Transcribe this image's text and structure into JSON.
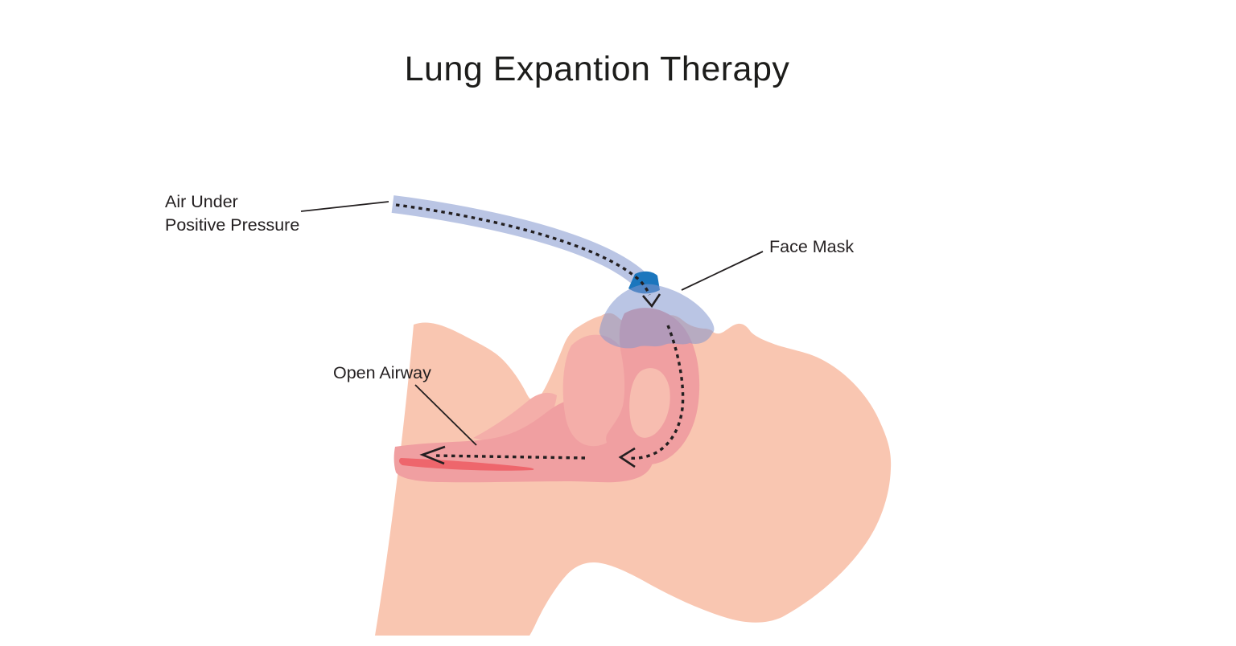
{
  "title": "Lung Expantion Therapy",
  "labels": {
    "air_pressure_line1": "Air Under",
    "air_pressure_line2": "Positive Pressure",
    "face_mask": "Face Mask",
    "open_airway": "Open Airway"
  },
  "colors": {
    "background": "#ffffff",
    "skin": "#f9c6b1",
    "airway_dark": "#f09fa1",
    "airway_mid": "#f4aea9",
    "airway_island": "#f7bdb0",
    "trachea_red": "#ee666c",
    "mask_blue": "#8296cd",
    "connector_blue": "#1b76bd",
    "ink": "#231f20"
  }
}
